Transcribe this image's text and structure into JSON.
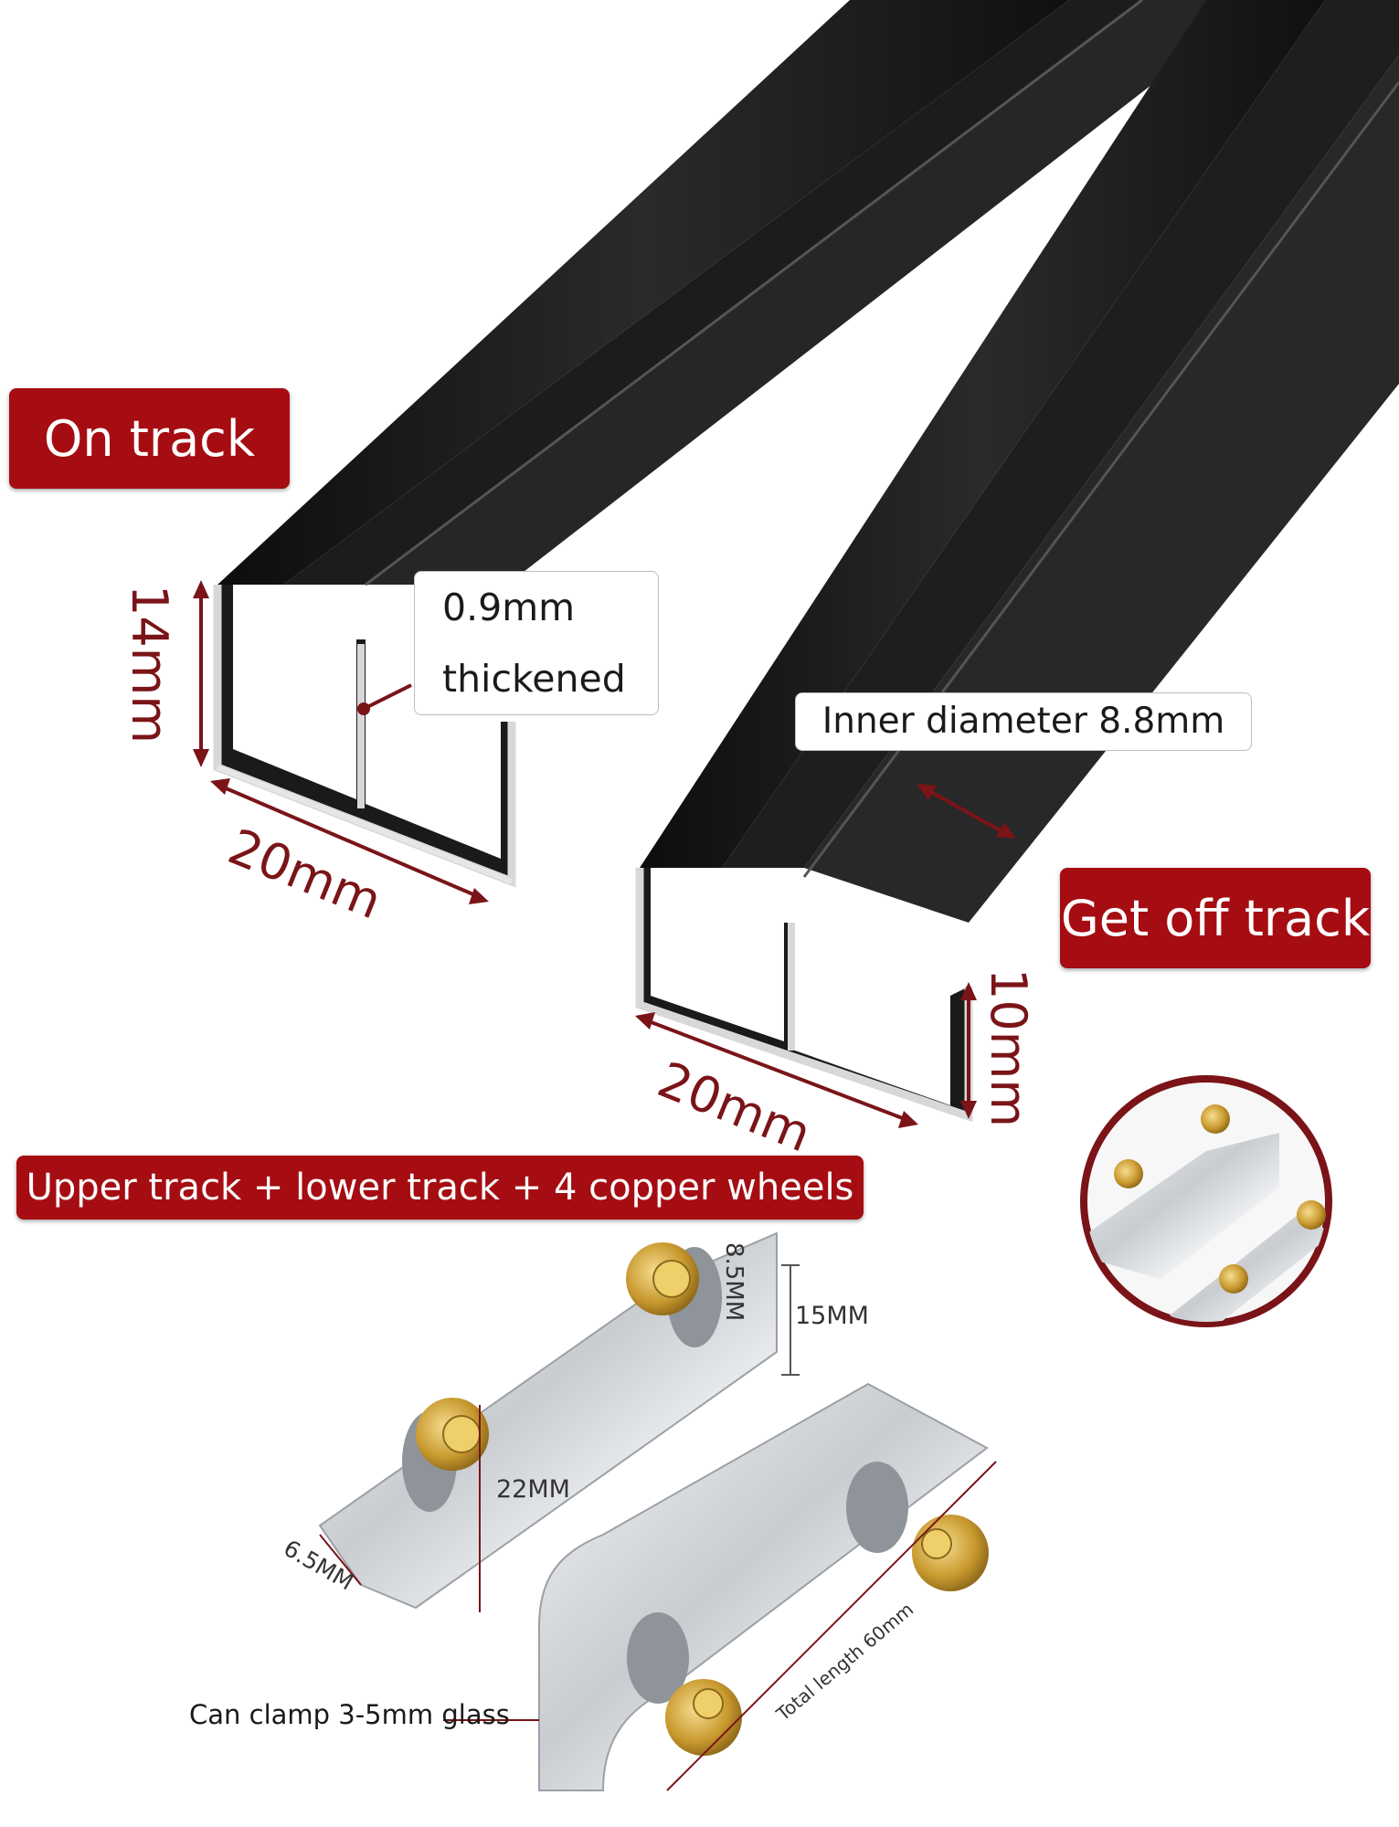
{
  "labels": {
    "on_track": "On track",
    "get_off_track": "Get off track",
    "bundle": "Upper track + lower track + 4 copper wheels",
    "thickened_value": "0.9mm",
    "thickened_word": "thickened",
    "inner_diameter": "Inner diameter 8.8mm",
    "clamp": "Can clamp 3-5mm glass"
  },
  "dimensions": {
    "upper_height": "14mm",
    "upper_width": "20mm",
    "lower_height": "10mm",
    "lower_width": "20mm",
    "wheel_height": "8.5MM",
    "bracket_height": "15MM",
    "bracket_depth": "22MM",
    "bracket_thickness": "6.5MM",
    "total_length": "Total length 60mm"
  },
  "colors": {
    "label_red": "#a50d12",
    "dimension_red": "#7a1418",
    "track_black": "#151515",
    "aluminum_edge": "#d8d8d8",
    "steel": "#d9dcdf",
    "brass": "#c8992e"
  }
}
